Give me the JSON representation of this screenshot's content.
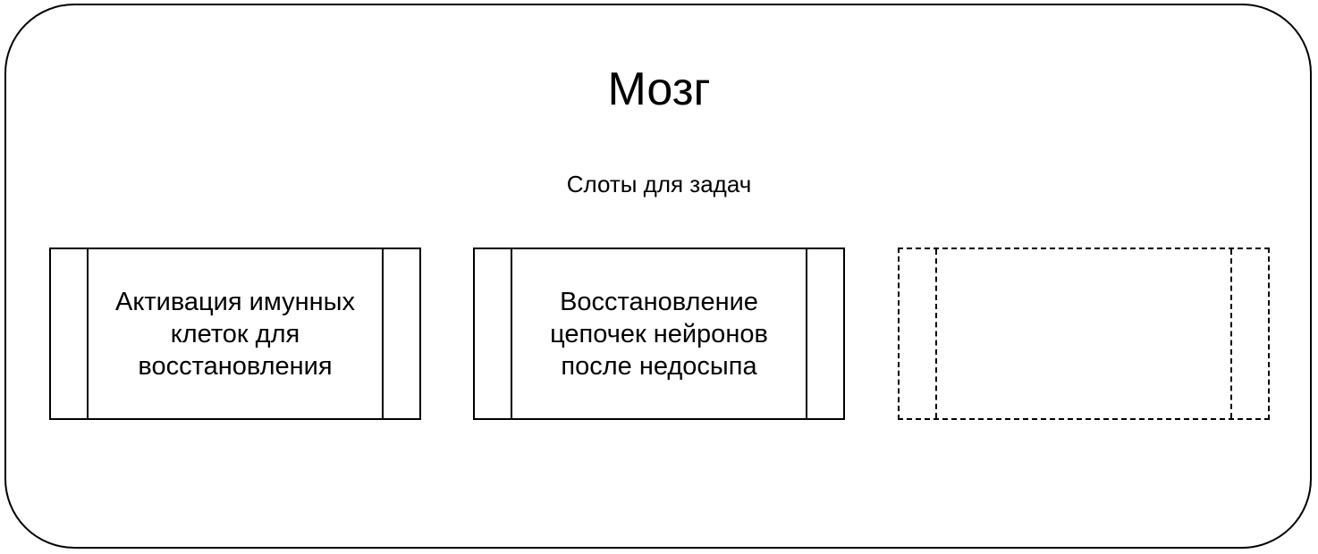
{
  "diagram": {
    "title": "Мозг",
    "slots_label": "Слоты для задач",
    "slots": [
      {
        "text": "Активация имунных клеток для восстановления",
        "state": "filled"
      },
      {
        "text": "Восстановление цепочек нейронов после недосыпа",
        "state": "filled"
      },
      {
        "text": "",
        "state": "empty"
      }
    ],
    "colors": {
      "stroke": "#000000",
      "background": "#ffffff"
    }
  }
}
